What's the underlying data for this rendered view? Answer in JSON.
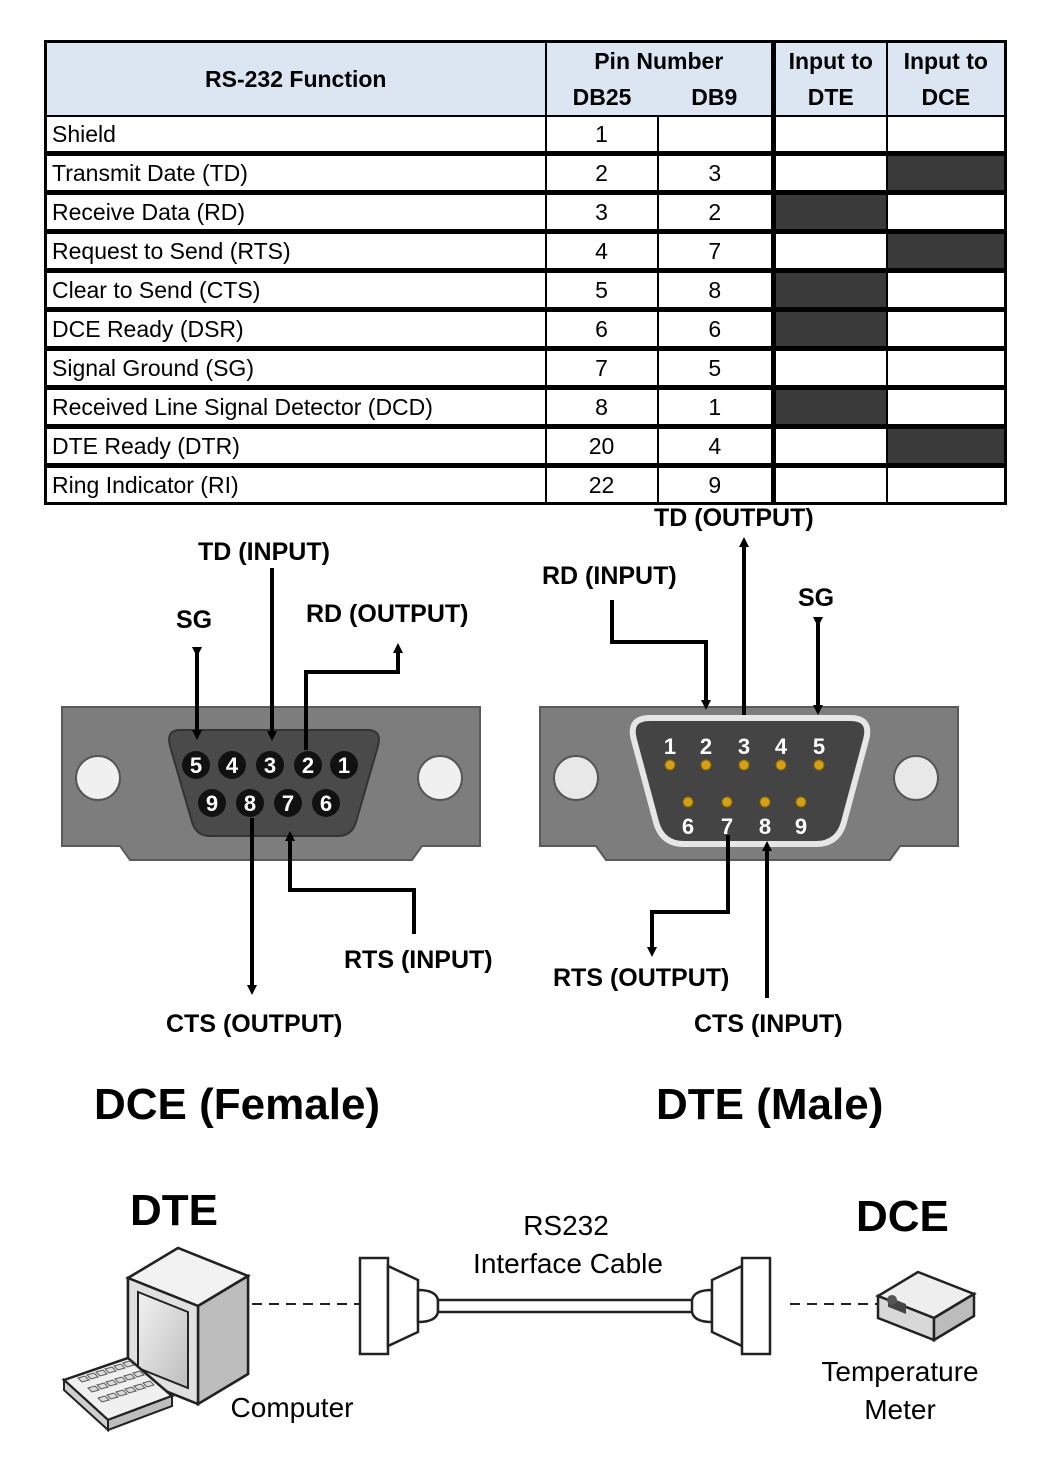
{
  "table": {
    "headers": {
      "function": "RS-232 Function",
      "pin_number": "Pin Number",
      "db25": "DB25",
      "db9": "DB9",
      "input_to_dte_l1": "Input to",
      "input_to_dte_l2": "DTE",
      "input_to_dce_l1": "Input to",
      "input_to_dce_l2": "DCE"
    },
    "rows": [
      {
        "function": "Shield",
        "db25": "1",
        "db9": "",
        "input_to_dte": false,
        "input_to_dce": false
      },
      {
        "function": "Transmit Date (TD)",
        "db25": "2",
        "db9": "3",
        "input_to_dte": false,
        "input_to_dce": true
      },
      {
        "function": "Receive Data (RD)",
        "db25": "3",
        "db9": "2",
        "input_to_dte": true,
        "input_to_dce": false
      },
      {
        "function": "Request to Send (RTS)",
        "db25": "4",
        "db9": "7",
        "input_to_dte": false,
        "input_to_dce": true
      },
      {
        "function": "Clear to Send (CTS)",
        "db25": "5",
        "db9": "8",
        "input_to_dte": true,
        "input_to_dce": false
      },
      {
        "function": "DCE Ready (DSR)",
        "db25": "6",
        "db9": "6",
        "input_to_dte": true,
        "input_to_dce": false
      },
      {
        "function": "Signal Ground (SG)",
        "db25": "7",
        "db9": "5",
        "input_to_dte": false,
        "input_to_dce": false
      },
      {
        "function": "Received Line Signal Detector (DCD)",
        "db25": "8",
        "db9": "1",
        "input_to_dte": true,
        "input_to_dce": false
      },
      {
        "function": "DTE Ready (DTR)",
        "db25": "20",
        "db9": "4",
        "input_to_dte": false,
        "input_to_dce": true
      },
      {
        "function": "Ring Indicator (RI)",
        "db25": "22",
        "db9": "9",
        "input_to_dte": false,
        "input_to_dce": false
      }
    ]
  },
  "dce_connector": {
    "title": "DCE (Female)",
    "top_pins": [
      "5",
      "4",
      "3",
      "2",
      "1"
    ],
    "bottom_pins": [
      "9",
      "8",
      "7",
      "6"
    ],
    "labels": {
      "td": "TD (INPUT)",
      "sg": "SG",
      "rd": "RD (OUTPUT)",
      "rts": "RTS (INPUT)",
      "cts": "CTS (OUTPUT)"
    }
  },
  "dte_connector": {
    "title": "DTE (Male)",
    "top_pins": [
      "1",
      "2",
      "3",
      "4",
      "5"
    ],
    "bottom_pins": [
      "6",
      "7",
      "8",
      "9"
    ],
    "labels": {
      "td": "TD (OUTPUT)",
      "rd": "RD (INPUT)",
      "sg": "SG",
      "rts": "RTS (OUTPUT)",
      "cts": "CTS (INPUT)"
    }
  },
  "link": {
    "dte_label": "DTE",
    "dce_label": "DCE",
    "cable_label_l1": "RS232",
    "cable_label_l2": "Interface Cable",
    "computer_label": "Computer",
    "meter_label_l1": "Temperature",
    "meter_label_l2": "Meter"
  },
  "colors": {
    "header_bg": "#dce6f2",
    "flag_on": "#3a3a3a",
    "connector_shell": "#7a7a7a",
    "connector_face": "#4a4a4a",
    "pin_gold": "#d4a017"
  }
}
